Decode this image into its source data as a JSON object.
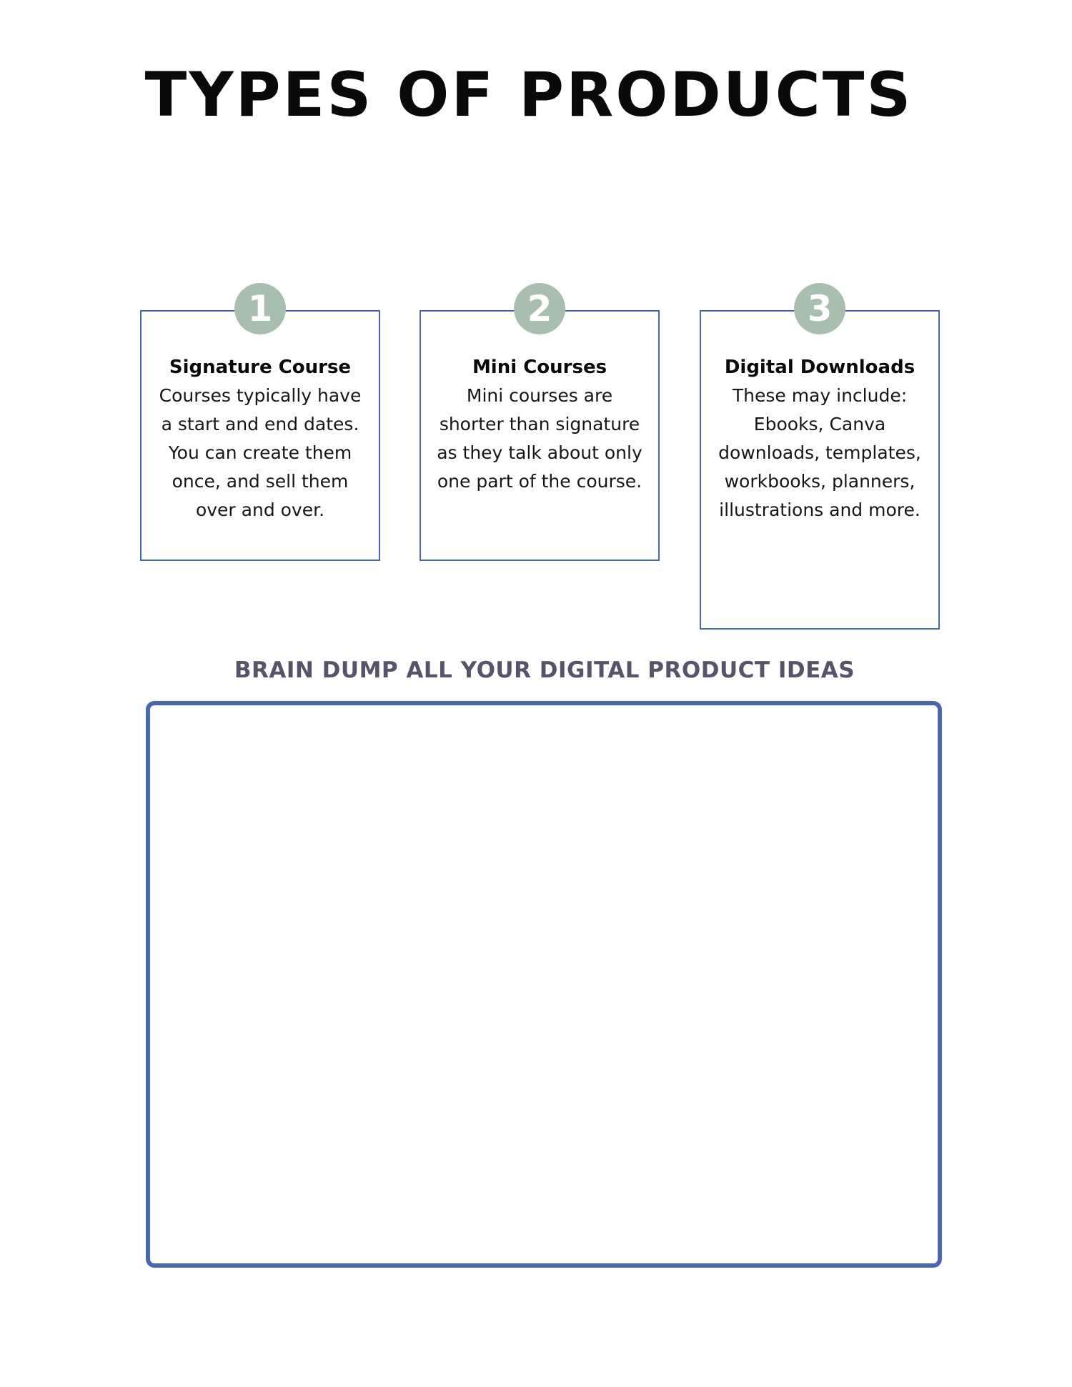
{
  "page": {
    "title": "TYPES OF PRODUCTS"
  },
  "cards": [
    {
      "number": "1",
      "heading": "Signature Course",
      "text": "Courses typically have a start and end dates. You can create them once, and sell them over and over."
    },
    {
      "number": "2",
      "heading": "Mini Courses",
      "text": "Mini courses are shorter than signature as they talk about only one part of the course."
    },
    {
      "number": "3",
      "heading": "Digital Downloads",
      "text": "These may include: Ebooks, Canva downloads, templates, workbooks, planners, illustrations and more."
    }
  ],
  "brain_dump": {
    "heading": "BRAIN DUMP ALL YOUR DIGITAL PRODUCT IDEAS"
  },
  "colors": {
    "card_border": "#4a66ad",
    "badge_fill": "#a8bfaf",
    "section_heading": "#55546a",
    "title": "#0a0a0a"
  }
}
